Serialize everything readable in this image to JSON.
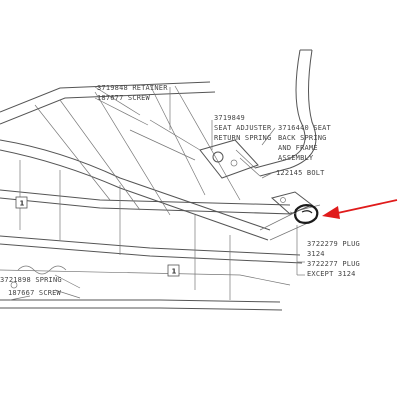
{
  "labels": {
    "retainer": "3719848 RETAINER",
    "screw_top": "187677 SCREW",
    "adjuster_part": "3719849",
    "adjuster_name": "SEAT ADJUSTER",
    "adjuster_spring": "RETURN SPRING",
    "back_part": "3716440 SEAT",
    "back_line1": "BACK SPRING",
    "back_line2": "AND FRAME",
    "back_line3": "ASSEMBLY",
    "bolt": "122145 BOLT",
    "plug1_part": "3722279 PLUG",
    "plug1_model": "3124",
    "plug2_part": "3722277 PLUG",
    "plug2_model": "EXCEPT 3124",
    "spring_bottom": "3721898 SPRING",
    "screw_bottom": "187667 SCREW",
    "callout_1": "1"
  },
  "colors": {
    "line_art": "#555555",
    "arrow": "#e01b1b",
    "highlight": "#1a1a1a"
  },
  "icons": {
    "arrow": "red-pointer-arrow"
  }
}
